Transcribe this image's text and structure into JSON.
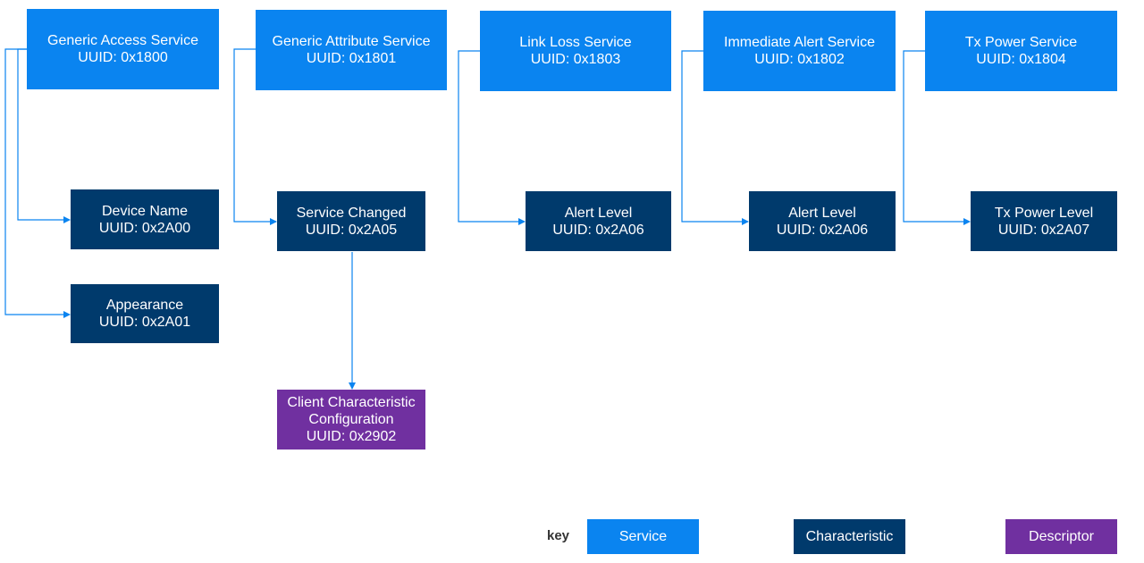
{
  "colors": {
    "service": "#0a84f0",
    "characteristic": "#003a6c",
    "descriptor": "#7030a0",
    "connector": "#0a84f0"
  },
  "services": [
    {
      "name": "Generic Access Service",
      "uuid": "UUID:  0x1800",
      "characteristics": [
        {
          "name": "Device Name",
          "uuid": "UUID:  0x2A00"
        },
        {
          "name": "Appearance",
          "uuid": "UUID:  0x2A01"
        }
      ]
    },
    {
      "name": "Generic Attribute Service",
      "uuid": "UUID:  0x1801",
      "characteristics": [
        {
          "name": "Service Changed",
          "uuid": "UUID:  0x2A05",
          "descriptor": {
            "line1": "Client Characteristic",
            "line2": "Configuration",
            "uuid": "UUID:  0x2902"
          }
        }
      ]
    },
    {
      "name": "Link Loss Service",
      "uuid": "UUID:  0x1803",
      "characteristics": [
        {
          "name": "Alert Level",
          "uuid": "UUID:  0x2A06"
        }
      ]
    },
    {
      "name": "Immediate Alert Service",
      "uuid": "UUID:  0x1802",
      "characteristics": [
        {
          "name": "Alert Level",
          "uuid": "UUID:  0x2A06"
        }
      ]
    },
    {
      "name": "Tx Power Service",
      "uuid": "UUID:  0x1804",
      "characteristics": [
        {
          "name": "Tx Power Level",
          "uuid": "UUID:  0x2A07"
        }
      ]
    }
  ],
  "legend": {
    "title": "key",
    "service": "Service",
    "characteristic": "Characteristic",
    "descriptor": "Descriptor"
  }
}
